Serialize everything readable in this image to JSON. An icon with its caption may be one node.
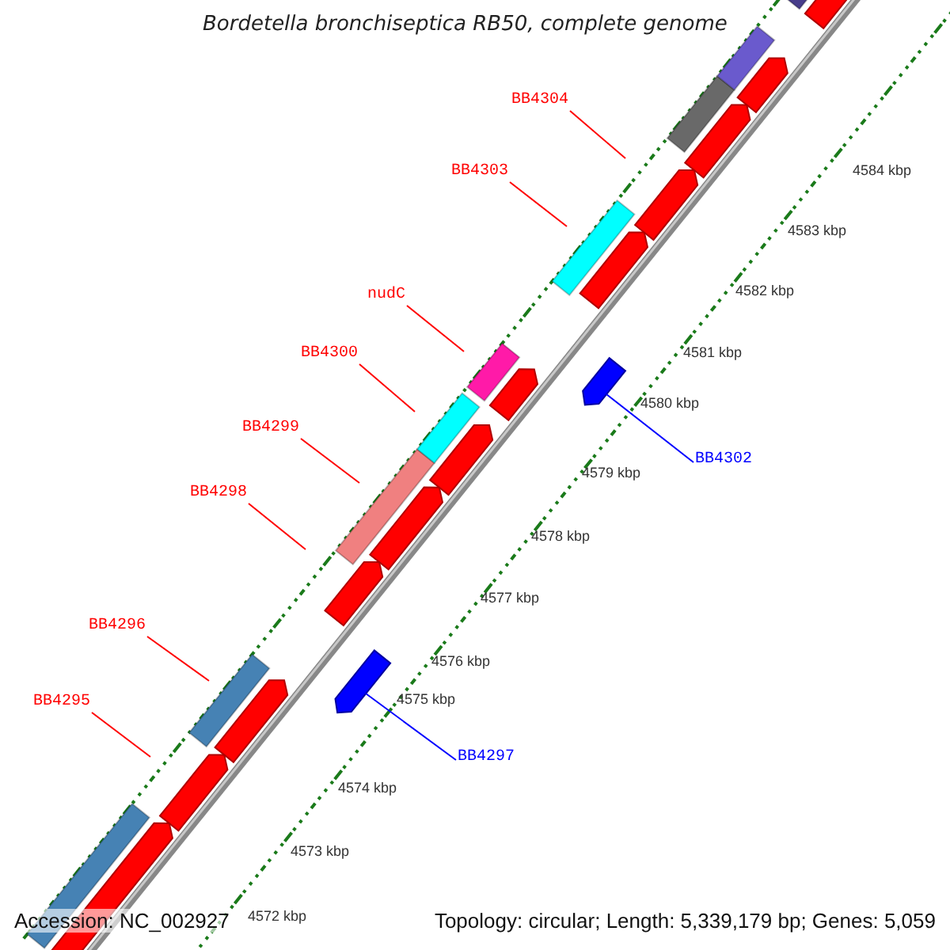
{
  "diagram": {
    "title": "Bordetella bronchiseptica RB50, complete genome",
    "nodes": [
      {
        "text": [
          "BB4304"
        ]
      },
      {
        "text": [
          "BB4303"
        ]
      },
      {
        "text": [
          "nudC"
        ]
      },
      {
        "text": [
          "BB4300"
        ]
      },
      {
        "text": [
          "BB4299"
        ]
      },
      {
        "text": [
          "BB4302"
        ]
      },
      {
        "text": [
          "BB4298"
        ]
      },
      {
        "text": [
          "BB4296"
        ]
      },
      {
        "text": [
          "BB4295"
        ]
      },
      {
        "text": [
          "BB4297"
        ]
      },
      {
        "text": [],
        "shape": "bar"
      },
      {
        "text": [],
        "shape": "bar"
      }
    ],
    "edges": [
      {
        "from": 0,
        "to": null,
        "arrow": "none"
      },
      {
        "from": 1,
        "to": null,
        "arrow": "none"
      },
      {
        "from": 2,
        "to": null,
        "arrow": "none"
      },
      {
        "from": 3,
        "to": null,
        "arrow": "none"
      },
      {
        "from": 4,
        "to": null,
        "arrow": "none"
      },
      {
        "from": 5,
        "to": 10,
        "arrow": "none",
        "color": "#0000ff"
      },
      {
        "from": 6,
        "to": null,
        "arrow": "none"
      },
      {
        "from": 7,
        "to": null,
        "arrow": "none"
      },
      {
        "from": 8,
        "to": null,
        "arrow": "none"
      },
      {
        "from": 9,
        "to": 11,
        "arrow": "none",
        "color": "#0000ff"
      }
    ],
    "labels": [
      "4584 kbp",
      "4583 kbp",
      "4582 kbp",
      "4581 kbp",
      "4580 kbp",
      "4579 kbp",
      "4578 kbp",
      "4577 kbp",
      "4576 kbp",
      "4575 kbp",
      "4574 kbp",
      "4573 kbp",
      "4572 kbp",
      "Accession: NC_002927",
      "Topology: circular; Length: 5,339,179 bp; Genes: 5,059"
    ]
  }
}
